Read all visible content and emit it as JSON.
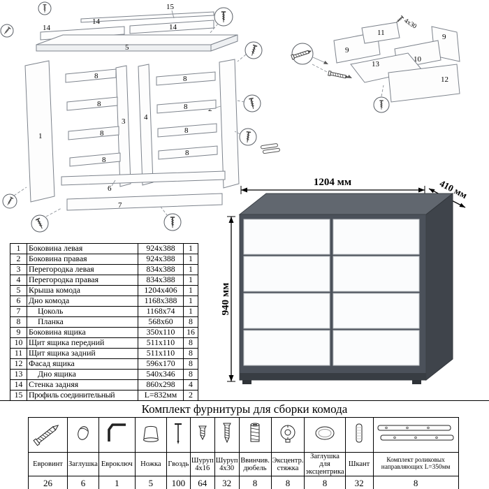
{
  "parts": {
    "rows": [
      {
        "num": "1",
        "name": "Боковина левая",
        "size": "924x388",
        "qty": "1"
      },
      {
        "num": "2",
        "name": "Боковина правая",
        "size": "924x388",
        "qty": "1"
      },
      {
        "num": "3",
        "name": "Перегородка левая",
        "size": "834x388",
        "qty": "1"
      },
      {
        "num": "4",
        "name": "Перегородка правая",
        "size": "834x388",
        "qty": "1"
      },
      {
        "num": "5",
        "name": "Крыша комода",
        "size": "1204x406",
        "qty": "1"
      },
      {
        "num": "6",
        "name": "Дно комода",
        "size": "1168x388",
        "qty": "1"
      },
      {
        "num": "7",
        "name": "Цоколь",
        "size": "1168x74",
        "qty": "1"
      },
      {
        "num": "8",
        "name": "Планка",
        "size": "568x60",
        "qty": "8"
      },
      {
        "num": "9",
        "name": "Боковина ящика",
        "size": "350x110",
        "qty": "16"
      },
      {
        "num": "10",
        "name": "Щит ящика передний",
        "size": "511x110",
        "qty": "8"
      },
      {
        "num": "11",
        "name": "Щит ящика задний",
        "size": "511x110",
        "qty": "8"
      },
      {
        "num": "12",
        "name": "Фасад ящика",
        "size": "596x170",
        "qty": "8"
      },
      {
        "num": "13",
        "name": "Дно ящика",
        "size": "540x346",
        "qty": "8"
      },
      {
        "num": "14",
        "name": "Стенка задняя",
        "size": "860x298",
        "qty": "4"
      },
      {
        "num": "15",
        "name": "Профиль соединительный",
        "size": "L=832мм",
        "qty": "2"
      }
    ]
  },
  "dimensions": {
    "width": "1204 мм",
    "depth": "410 мм",
    "height": "940 мм"
  },
  "labels": {
    "n1": "1",
    "n2": "2",
    "n3": "3",
    "n4": "4",
    "n5": "5",
    "n6": "6",
    "n7": "7",
    "n8": "8",
    "n9": "9",
    "n10": "10",
    "n11": "11",
    "n12": "12",
    "n13": "13",
    "n14": "14",
    "n15": "15",
    "screw": "4х30"
  },
  "hardware": {
    "title": "Комплект фурнитуры для сборки комода",
    "items": [
      {
        "name": "Евровинт",
        "qty": "26"
      },
      {
        "name": "Заглушка",
        "qty": "6"
      },
      {
        "name": "Евроключ",
        "qty": "1"
      },
      {
        "name": "Ножка",
        "qty": "5"
      },
      {
        "name": "Гвоздь",
        "qty": "100"
      },
      {
        "name": "Шуруп 4x16",
        "qty": "64"
      },
      {
        "name": "Шуруп 4x30",
        "qty": "32"
      },
      {
        "name": "Ввинчив. дюбель",
        "qty": "8"
      },
      {
        "name": "Эксцентр. стяжка",
        "qty": "8"
      },
      {
        "name": "Заглушка для эксцентрика",
        "qty": "8"
      },
      {
        "name": "Шкант",
        "qty": "32"
      },
      {
        "name": "Комплект роликовых направляющих L=350мм",
        "qty": "8"
      }
    ]
  }
}
